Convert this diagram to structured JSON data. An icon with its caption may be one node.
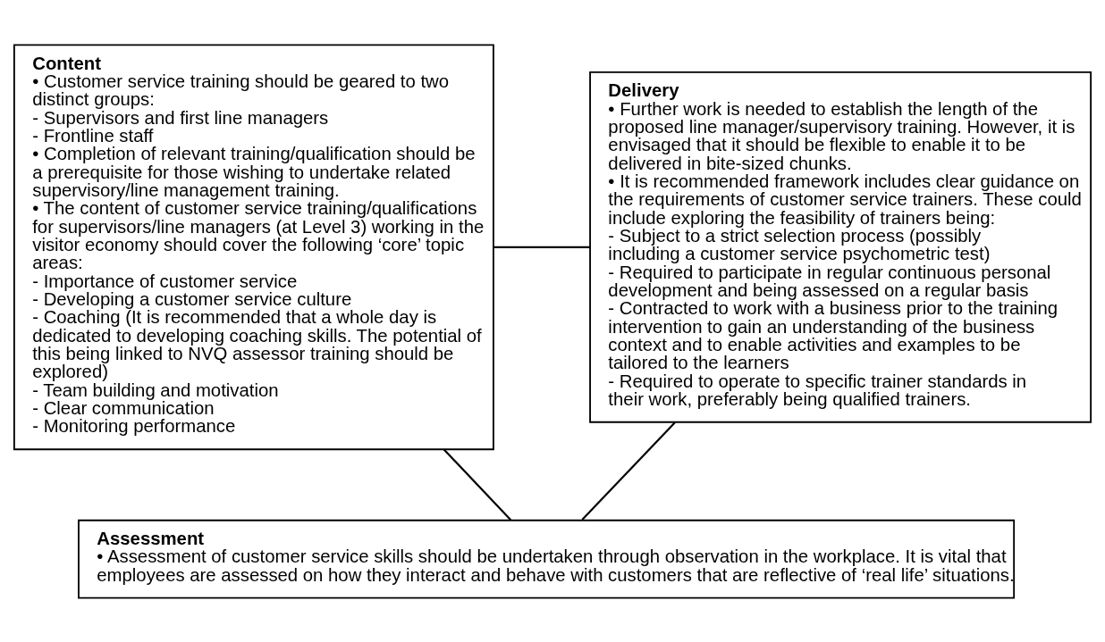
{
  "diagram": {
    "nodes": [
      {
        "text": [
          "Content",
          "• Customer service training should be geared to two distinct groups:",
          "- Supervisors and first line managers",
          "- Frontline staff",
          "• Completion of relevant training/qualification should be a prerequisite for those wishing to undertake related supervisory/line management training.",
          "• The content of customer service training/qualifications for supervisors/line managers (at Level 3) working in the visitor economy should cover the following ‘core’ topic areas:",
          "- Importance of customer service",
          "- Developing a customer service culture",
          "- Coaching (It is recommended that a whole day is dedicated to developing coaching skills. The potential of this being linked to NVQ assessor training should be explored)",
          "- Team building and motivation",
          "- Clear communication",
          "- Monitoring performance"
        ]
      },
      {
        "text": [
          "Delivery",
          "• Further work is needed to establish the length of the proposed line manager/supervisory training. However, it is envisaged that it should be flexible to enable it to be delivered in bite-sized chunks.",
          "• It is recommended framework includes clear guidance on the requirements of customer service trainers. These could include exploring the feasibility of trainers being:",
          "- Subject to a strict selection process (possibly including a customer service psychometric test)",
          "- Required to participate in regular continuous personal development and being assessed on a regular basis",
          "- Contracted to work with a business prior to the training intervention to gain an understanding of the business context and to enable activities and examples to be tailored to the learners",
          "- Required to operate to specific trainer standards in their work, preferably being qualified trainers."
        ]
      },
      {
        "text": [
          "Assessment",
          "• Assessment of customer service skills should be undertaken through observation in the workplace. It is vital that employees are assessed on how they interact and behave with customers that are reflective of ‘real life’ situations."
        ]
      }
    ],
    "edges": [
      {
        "from": 0,
        "to": 1,
        "arrow": "none"
      },
      {
        "from": 0,
        "to": 2,
        "arrow": "none"
      },
      {
        "from": 1,
        "to": 2,
        "arrow": "none"
      }
    ]
  }
}
